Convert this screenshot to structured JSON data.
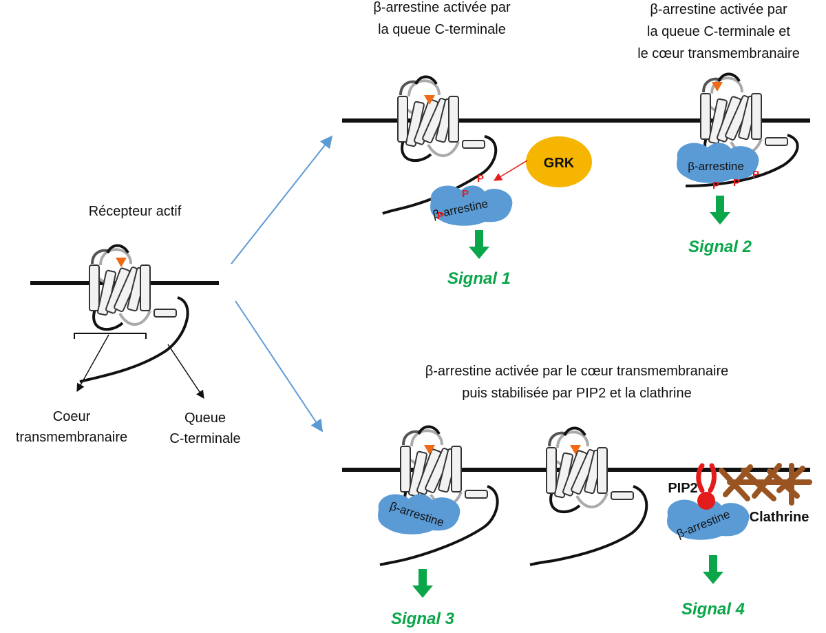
{
  "colors": {
    "signal": "#0aa64a",
    "arrestin": "#5b9bd5",
    "phospho": "#e41b1b",
    "ligand": "#f06a16",
    "grk": "#f5b500",
    "clathrin": "#9a5421",
    "pip2": "#e41b1b",
    "flow_arrow": "#5b9bd5"
  },
  "receptor_active": {
    "title": "Récepteur actif",
    "core_label": [
      "Coeur",
      "transmembranaire"
    ],
    "tail_label": [
      "Queue",
      "C-terminale"
    ]
  },
  "panel_1": {
    "title": [
      "β-arrestine activée par",
      "la queue C-terminale"
    ],
    "kinase": "GRK",
    "arrestin": "β-arrestine",
    "phospho": [
      "P",
      "P",
      "P"
    ],
    "signal": "Signal 1"
  },
  "panel_2": {
    "title": [
      "β-arrestine activée par",
      "la queue C-terminale et",
      "le cœur transmembranaire"
    ],
    "arrestin": "β-arrestine",
    "phospho": [
      "P",
      "P",
      "P"
    ],
    "signal": "Signal 2"
  },
  "panel_3": {
    "title": [
      "β-arrestine activée par le cœur transmembranaire",
      "puis stabilisée par PIP2 et la clathrine"
    ],
    "arrestin_left": "β-arrestine",
    "arrestin_right": "β-arrestine",
    "pip2": "PIP2",
    "clathrin": "Clathrine",
    "signal_left": "Signal 3",
    "signal_right": "Signal 4"
  },
  "icons": [
    "receptor-icon",
    "ligand-icon",
    "arrestin-icon",
    "grk-icon",
    "pip2-icon",
    "clathrin-icon",
    "signal-arrow-icon",
    "flow-arrow-icon"
  ]
}
